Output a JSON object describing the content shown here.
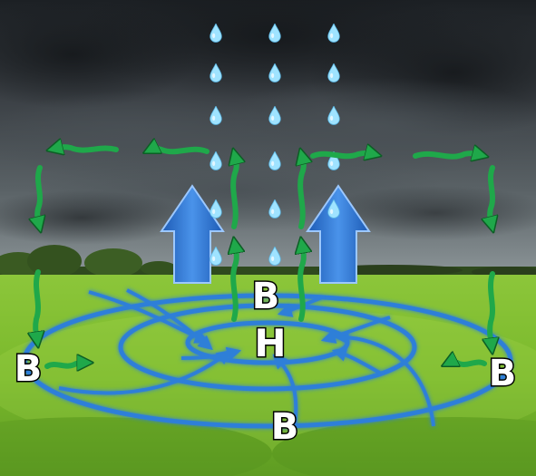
{
  "labels": {
    "center_low": "H",
    "upper": "B",
    "left": "B",
    "right": "B",
    "bottom": "B"
  },
  "colors": {
    "storm_cloud": "#2b2f33",
    "sky_horizon": "#7e878a",
    "grass": "#7fbf2a",
    "grass_dark": "#4f8c1c",
    "treeline": "#2f4a1e",
    "rotation_arrows": "#2f7fd8",
    "updraft_arrows": "#2a6fd1",
    "air_flow_arrows": "#1fa84a",
    "raindrops": "#9fe3ff",
    "label_text": "#ffffff",
    "label_outline": "#000000"
  },
  "icons": {
    "raindrop": "raindrop-icon",
    "updraft": "up-arrow-icon",
    "wind": "green-arrow-icon"
  }
}
